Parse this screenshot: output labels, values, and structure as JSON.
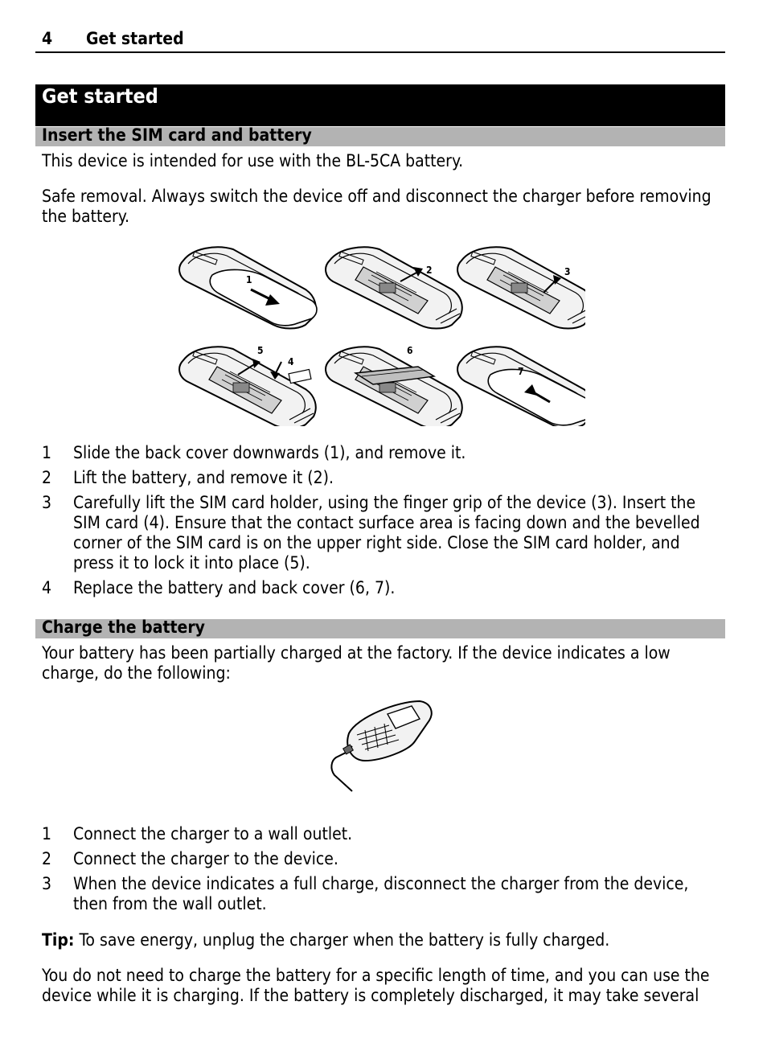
{
  "header": {
    "page_number": "4",
    "chapter": "Get started"
  },
  "chapter_title": "Get started",
  "section_sim": {
    "title": "Insert the SIM card and battery",
    "intro": "This device is intended for use with the BL-5CA battery.",
    "safe_removal": "Safe removal. Always switch the device off and disconnect the charger before removing the battery.",
    "figure_labels": [
      "1",
      "2",
      "3",
      "5",
      "4",
      "6",
      "7"
    ],
    "steps": [
      {
        "n": "1",
        "text": "Slide the back cover downwards (1), and remove it."
      },
      {
        "n": "2",
        "text": "Lift the battery, and remove it (2)."
      },
      {
        "n": "3",
        "text": "Carefully lift the SIM card holder, using the finger grip of the device (3). Insert the SIM card (4). Ensure that the contact surface area is facing down and the bevelled corner of the SIM card is on the upper right side. Close the SIM card holder, and press it to lock it into place (5)."
      },
      {
        "n": "4",
        "text": "Replace the battery and back cover (6, 7)."
      }
    ]
  },
  "section_charge": {
    "title": "Charge the battery",
    "intro": "Your battery has been partially charged at the factory. If the device indicates a low charge, do the following:",
    "steps": [
      {
        "n": "1",
        "text": "Connect the charger to a wall outlet."
      },
      {
        "n": "2",
        "text": "Connect the charger to the device."
      },
      {
        "n": "3",
        "text": "When the device indicates a full charge, disconnect the charger from the device, then from the wall outlet."
      }
    ],
    "tip_label": "Tip:",
    "tip_text": " To save energy, unplug the charger when the battery is fully charged.",
    "closing": "You do not need to charge the battery for a specific length of time, and you can use the device while it is charging. If the battery is completely discharged, it may take several"
  }
}
